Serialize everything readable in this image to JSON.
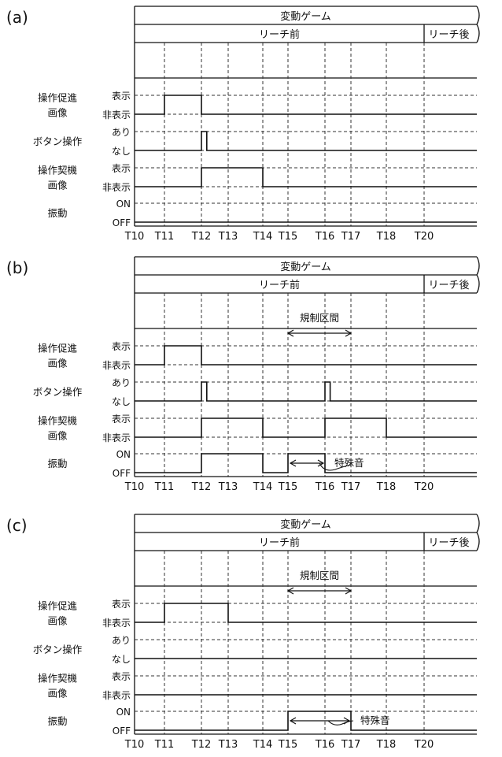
{
  "colors": {
    "line": "#111111",
    "grid": "#333333",
    "background": "#ffffff"
  },
  "time_labels": [
    "T10",
    "T11",
    "T12",
    "T13",
    "T14",
    "T15",
    "T16",
    "T17",
    "T18",
    "T20"
  ],
  "headers": {
    "game": "変動ゲーム",
    "before": "リーチ前",
    "after": "リーチ後"
  },
  "signals": {
    "prompt_image": "操作促進\n画像",
    "button_op": "ボタン操作",
    "trigger_image": "操作契機\n画像",
    "vibration": "振動"
  },
  "levels": {
    "show": "表示",
    "hide": "非表示",
    "yes": "あり",
    "no": "なし",
    "on": "ON",
    "off": "OFF"
  },
  "annotations": {
    "restricted_section": "規制区間",
    "special_sound": "特殊音"
  },
  "panels": [
    {
      "label": "(a)",
      "restricted_section": false,
      "special_sound": false,
      "waveforms": {
        "prompt_image": [
          [
            0,
            "hide"
          ],
          [
            1,
            "show"
          ],
          [
            2,
            "hide"
          ]
        ],
        "button_op": [
          [
            0,
            "no"
          ],
          [
            2,
            "yes"
          ],
          [
            2.2,
            "no"
          ]
        ],
        "trigger_image": [
          [
            0,
            "hide"
          ],
          [
            2,
            "show"
          ],
          [
            4,
            "hide"
          ]
        ],
        "vibration": [
          [
            0,
            "off"
          ]
        ]
      }
    },
    {
      "label": "(b)",
      "restricted_section": true,
      "special_sound": true,
      "waveforms": {
        "prompt_image": [
          [
            0,
            "hide"
          ],
          [
            1,
            "show"
          ],
          [
            2,
            "hide"
          ]
        ],
        "button_op": [
          [
            0,
            "no"
          ],
          [
            2,
            "yes"
          ],
          [
            2.2,
            "no"
          ],
          [
            6,
            "yes"
          ],
          [
            6.2,
            "no"
          ]
        ],
        "trigger_image": [
          [
            0,
            "hide"
          ],
          [
            2,
            "show"
          ],
          [
            4,
            "hide"
          ],
          [
            6,
            "show"
          ],
          [
            8,
            "hide"
          ]
        ],
        "vibration": [
          [
            0,
            "off"
          ],
          [
            2,
            "on"
          ],
          [
            4,
            "off"
          ],
          [
            5,
            "on"
          ],
          [
            6,
            "off"
          ]
        ]
      }
    },
    {
      "label": "(c)",
      "restricted_section": true,
      "special_sound": true,
      "waveforms": {
        "prompt_image": [
          [
            0,
            "hide"
          ],
          [
            1,
            "show"
          ],
          [
            3,
            "hide"
          ]
        ],
        "button_op": [
          [
            0,
            "no"
          ]
        ],
        "trigger_image": [
          [
            0,
            "hide"
          ]
        ],
        "vibration": [
          [
            0,
            "off"
          ],
          [
            5,
            "on"
          ],
          [
            7,
            "off"
          ]
        ]
      }
    }
  ]
}
